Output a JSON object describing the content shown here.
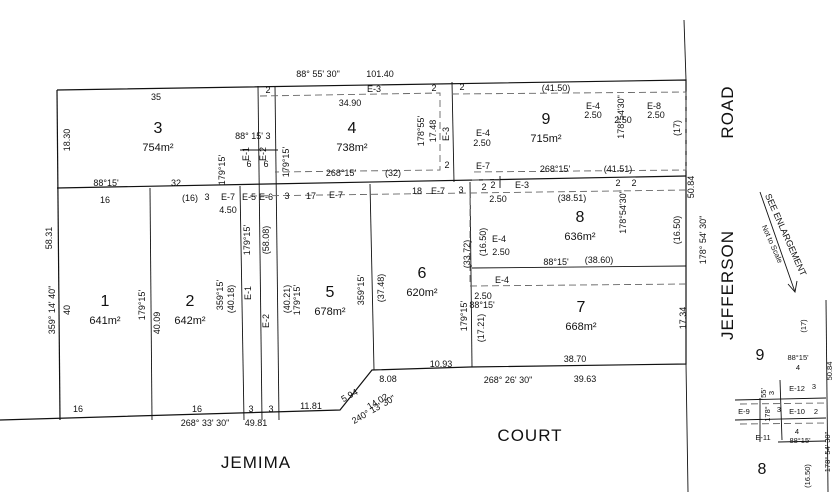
{
  "lots": [
    {
      "number": "1",
      "area": "641m²"
    },
    {
      "number": "2",
      "area": "642m²"
    },
    {
      "number": "3",
      "area": "754m²"
    },
    {
      "number": "4",
      "area": "738m²"
    },
    {
      "number": "5",
      "area": "678m²"
    },
    {
      "number": "6",
      "area": "620m²"
    },
    {
      "number": "7",
      "area": "668m²"
    },
    {
      "number": "8",
      "area": "636m²"
    },
    {
      "number": "9",
      "area": "715m²"
    }
  ],
  "roads": {
    "jefferson_1": "JEFFERSON",
    "jefferson_2": "ROAD",
    "jemima": "JEMIMA",
    "court": "COURT"
  },
  "enlargement": {
    "note_1": "SEE ENLARGEMENT",
    "note_2": "Not to Scale",
    "lot_9": "9",
    "lot_8": "8",
    "dims": [
      "(17)",
      "88°15'",
      "4",
      "55'",
      "3",
      "E-12",
      "3",
      "50.84",
      "E-9",
      "178°",
      "3",
      "E-10",
      "2",
      "E-11",
      "4",
      "88°15'",
      "178° 54' 30\"",
      "(16.50)"
    ]
  },
  "dims": [
    "88° 55' 30\"",
    "101.40",
    "35",
    "34.90",
    "2",
    "E-3",
    "2",
    "(41.50)",
    "2",
    "E-4",
    "2.50",
    "178°54'30\"",
    "2.50",
    "E-8",
    "2.50",
    "18.30",
    "178°55'",
    "17.48",
    "E-3",
    "E-4",
    "2.50",
    "(17)",
    "88° 15'",
    "3",
    "E-1",
    "6",
    "E-2",
    "6",
    "179°15'",
    "179°15'",
    "268°15'",
    "(32)",
    "2",
    "E-7",
    "268°15'",
    "(41.51)",
    "88°15'",
    "32",
    "2",
    "E-3",
    "2",
    "50.84",
    "16",
    "(16)",
    "3",
    "E-7",
    "4.50",
    "E-5",
    "E-6",
    "3",
    "17",
    "E-7",
    "18",
    "E-7",
    "3",
    "2",
    "2.50",
    "(38.51)",
    "178°54'30\"",
    "2",
    "58.31",
    "179°15'",
    "(58.08)",
    "(16.50)",
    "(33.72)",
    "E-4",
    "2.50",
    "(16.50)",
    "178° 54' 30\"",
    "359° 14' 40\"",
    "40",
    "179°15'",
    "40.09",
    "359°15'",
    "(40.18)",
    "E-1",
    "E-2",
    "(40.21)",
    "179°15'",
    "359°15'",
    "(37.48)",
    "88°15'",
    "(38.60)",
    "E-4",
    "2.50",
    "88°15'",
    "179°15'",
    "(17.21)",
    "17.34",
    "10.93",
    "38.70",
    "268° 26' 30\"",
    "39.63",
    "8.08",
    "16",
    "16",
    "3",
    "3",
    "11.81",
    "5.94",
    "14.02",
    "240° 13' 30\"",
    "268° 33' 30\"",
    "49.81"
  ]
}
